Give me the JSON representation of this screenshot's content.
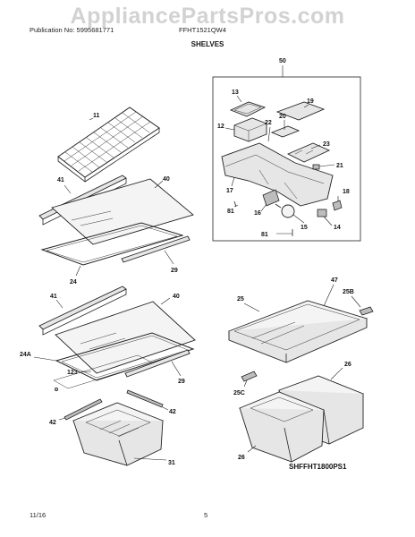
{
  "watermark": "AppliancePartsPros.com",
  "header": {
    "publication": "Publication No: 5995681771",
    "model": "FFHT1521QW4",
    "section": "SHELVES"
  },
  "callouts": {
    "c50": "50",
    "c13": "13",
    "c19": "19",
    "c12": "12",
    "c22": "22",
    "c20": "20",
    "c23": "23",
    "c21": "21",
    "c17": "17",
    "c18": "18",
    "c81a": "81",
    "c16": "16",
    "c15": "15",
    "c14": "14",
    "c81b": "81",
    "c11": "11",
    "c41a": "41",
    "c40a": "40",
    "c29a": "29",
    "c24": "24",
    "c41b": "41",
    "c40b": "40",
    "c24a": "24A",
    "c123": "123",
    "c29b": "29",
    "c42a": "42",
    "c42b": "42",
    "c31": "31",
    "c25": "25",
    "c47": "47",
    "c25b": "25B",
    "c25c": "25C",
    "c26a": "26",
    "c26b": "26"
  },
  "diagram_code": "SHFFHT1800PS1",
  "footer": {
    "date": "11/16",
    "page": "5"
  }
}
